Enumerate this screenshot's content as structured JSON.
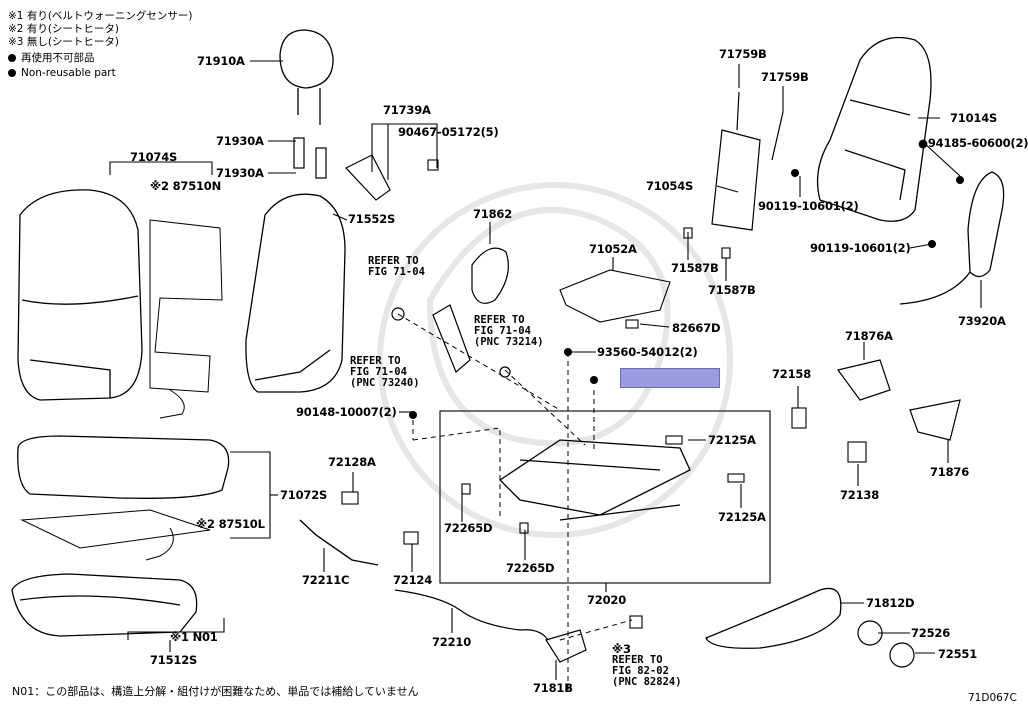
{
  "legend": {
    "notes": [
      "※1 有り(ベルトウォーニングセンサー)",
      "※2 有り(シートヒータ)",
      "※3 無し(シートヒータ)"
    ],
    "non_reusable_jp": "再使用不可部品",
    "non_reusable_en": "Non-reusable part"
  },
  "labels": {
    "p71910A": "71910A",
    "p71930A_1": "71930A",
    "p71930A_2": "71930A",
    "p71074S": "71074S",
    "p87510N": "※2 87510N",
    "p71552S": "71552S",
    "p71739A": "71739A",
    "p90467": "90467-05172(5)",
    "p71862": "71862",
    "p71759B_1": "71759B",
    "p71759B_2": "71759B",
    "p71054S": "71054S",
    "p71052A": "71052A",
    "p71587B_1": "71587B",
    "p71587B_2": "71587B",
    "p82667D": "82667D",
    "p71014S": "71014S",
    "p94185": "●94185-60600(2)",
    "p90119_1": "90119-10601(2)",
    "p90119_2": "90119-10601(2)",
    "p73920A": "73920A",
    "p93560": "93560-54012(2)",
    "p90148": "90148-10007(2)",
    "p72158": "72158",
    "p71876A": "71876A",
    "p71876": "71876",
    "p72138": "72138",
    "p72125A_1": "72125A",
    "p72125A_2": "72125A",
    "p72128A": "72128A",
    "p71072S": "71072S",
    "p87510L": "※2 87510L",
    "p72265D_1": "72265D",
    "p72265D_2": "72265D",
    "p72211C": "72211C",
    "p72124": "72124",
    "p72020": "72020",
    "p72210": "72210",
    "p71812D": "71812D",
    "p72526": "72526",
    "p72551": "72551",
    "p71512S": "71512S",
    "pN01": "※1 N01",
    "p7181B": "7181B",
    "p_note3": "※3"
  },
  "refs": {
    "r1": [
      "REFER TO",
      "FIG 71-04"
    ],
    "r2": [
      "REFER TO",
      "FIG 71-04",
      "(PNC 73214)"
    ],
    "r3": [
      "REFER TO",
      "FIG 71-04",
      "(PNC 73240)"
    ],
    "r4": [
      "REFER TO",
      "FIG 82-02",
      "(PNC 82824)"
    ]
  },
  "footer": {
    "note": "N01：この部品は、構造上分解・組付けが困難なため、単品では補給していません",
    "figure_code": "71D067C"
  },
  "colors": {
    "highlight": "#9b9be0",
    "line": "#000000"
  }
}
